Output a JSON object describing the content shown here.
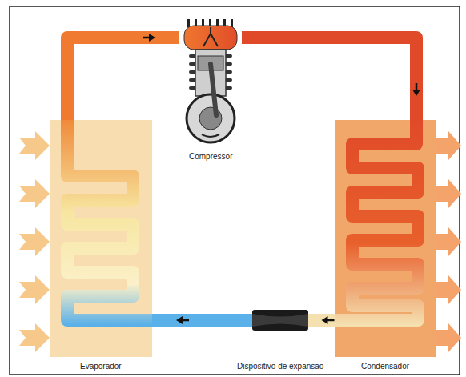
{
  "diagram": {
    "nodes": [
      {
        "text": [
          "Compressor"
        ]
      },
      {
        "text": [
          "Evaporador"
        ]
      },
      {
        "text": [
          "Dispositivo de expansão"
        ]
      },
      {
        "text": [
          "Condensador"
        ]
      }
    ],
    "edges": [
      {
        "from": 0,
        "to": 3,
        "arrow": "to"
      },
      {
        "from": 3,
        "to": 2,
        "arrow": "to"
      },
      {
        "from": 2,
        "to": 1,
        "arrow": "to"
      },
      {
        "from": 1,
        "to": 0,
        "arrow": "to"
      }
    ]
  }
}
